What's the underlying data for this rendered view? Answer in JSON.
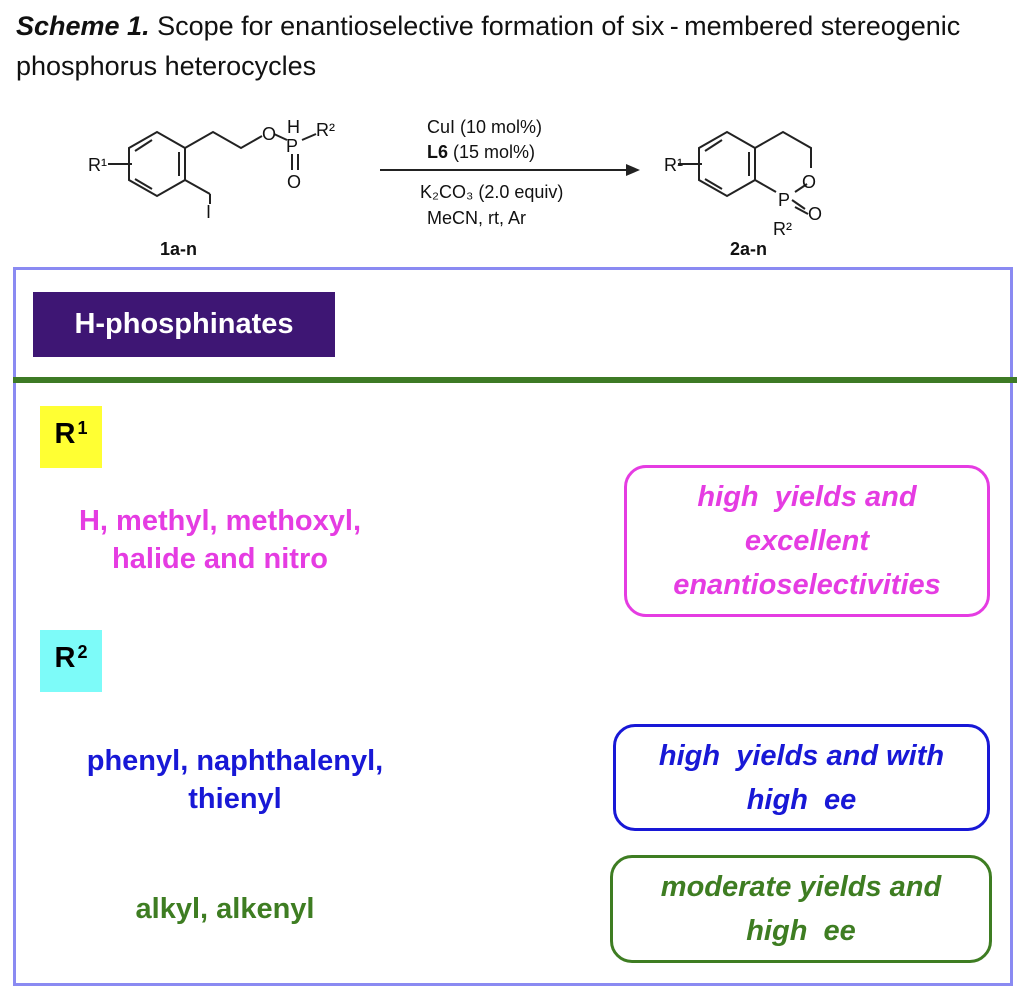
{
  "caption": {
    "label": "Scheme 1.",
    "text": "Scope for enantioselective formation of six - membered stereogenic phosphorus heterocycles"
  },
  "scheme": {
    "reactant": {
      "id": "1a-n",
      "r1": "R¹",
      "r2": "R²",
      "iodo": "I",
      "h": "H",
      "p": "P",
      "o_ester": "O",
      "o_double": "O"
    },
    "conditions": {
      "catalyst": "CuI (10 mol%)",
      "ligand_bold": "L6",
      "ligand_rest": " (15 mol%)",
      "base": "K₂CO₃ (2.0 equiv)",
      "solvent": "MeCN, rt, Ar"
    },
    "product": {
      "id": "2a-n",
      "r1": "R¹",
      "r2": "R²",
      "p": "P",
      "o_ring": "O",
      "o_double": "O"
    }
  },
  "header": {
    "label": "H-phosphinates"
  },
  "r1": {
    "tag": "R",
    "tag_sup": "1",
    "substituents": [
      "H, methyl, methoxyl,",
      "halide and nitro"
    ],
    "result": [
      "high  yields and",
      "excellent",
      "enantioselectivities"
    ]
  },
  "r2": {
    "tag": "R",
    "tag_sup": "2",
    "groups": [
      {
        "substituents": [
          "phenyl, naphthalenyl,",
          "thienyl"
        ],
        "result": [
          "high  yields and with",
          "high  ee"
        ]
      },
      {
        "substituents": [
          "alkyl, alkenyl"
        ],
        "result": [
          "moderate yields and",
          "high  ee"
        ]
      }
    ]
  },
  "colors": {
    "frame": "#8a8af2",
    "divider": "#3d7a25",
    "header_bg": "#3e1674",
    "r1_tag_bg": "#ffff33",
    "r2_tag_bg": "#7dfbf9",
    "magenta": "#e53ce2",
    "blue": "#1818d6",
    "green": "#3e7d22"
  }
}
